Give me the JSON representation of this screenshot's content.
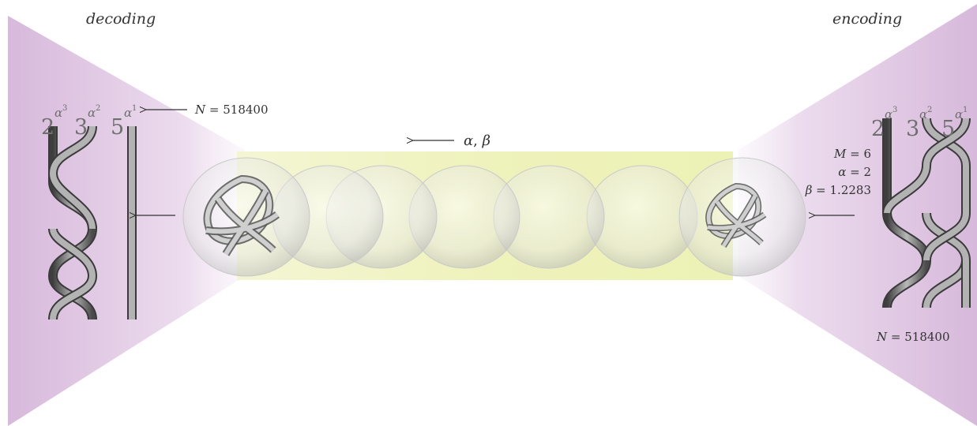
{
  "left_panel": {
    "title": "decoding",
    "factors": [
      {
        "base": "2",
        "exponent": "α",
        "exp_sup": "3"
      },
      {
        "base": "3",
        "exponent": "α",
        "exp_sup": "2"
      },
      {
        "base": "5",
        "exponent": "α",
        "exp_sup": "1"
      }
    ],
    "n_label": {
      "var": "N",
      "eq": " = 518400"
    }
  },
  "right_panel": {
    "title": "encoding",
    "factors": [
      {
        "base": "2",
        "exponent": "α",
        "exp_sup": "3"
      },
      {
        "base": "3",
        "exponent": "α",
        "exp_sup": "2"
      },
      {
        "base": "5",
        "exponent": "α",
        "exp_sup": "1"
      }
    ],
    "params": [
      {
        "var": "M",
        "eq": " = 6"
      },
      {
        "var": "α",
        "eq": " = 2"
      },
      {
        "var": "β",
        "eq": " = 1.2283"
      }
    ],
    "n_label": {
      "var": "N",
      "eq": " = 518400"
    }
  },
  "center": {
    "alpha": "α",
    "comma": ", ",
    "beta": "β"
  },
  "colors": {
    "panel": "#e6cfe8",
    "tube": "#eef2b0",
    "sphere": "#d8d8d8",
    "ribbon": "#8a8a8a",
    "text": "#333333"
  }
}
